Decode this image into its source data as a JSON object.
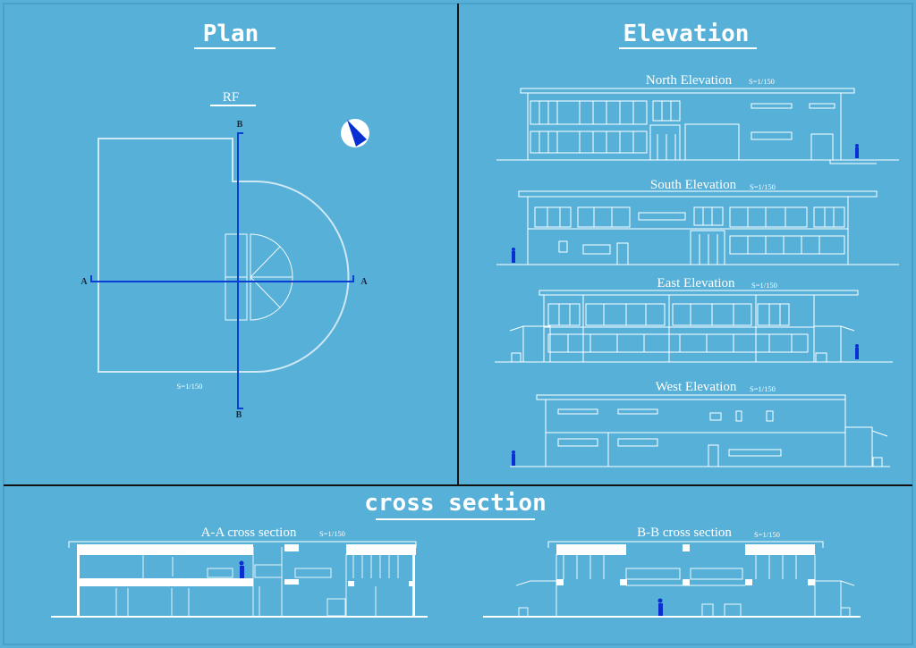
{
  "colors": {
    "background": "#56b0d8",
    "lines": "#ffffff",
    "section_marker": "#0a3fd6",
    "human_figure": "#0a2fd0",
    "divider": "#111111"
  },
  "plan": {
    "title": "Plan",
    "floor_label": "RF",
    "scale": "S=1/150",
    "section_markers": {
      "a_left": "A",
      "a_right": "A",
      "b_top": "B",
      "b_bottom": "B"
    },
    "icon": "north-arrow-compass"
  },
  "elevation": {
    "title": "Elevation",
    "views": [
      {
        "name": "North Elevation",
        "scale": "S=1/150"
      },
      {
        "name": "South Elevation",
        "scale": "S=1/150"
      },
      {
        "name": "East Elevation",
        "scale": "S=1/150"
      },
      {
        "name": "West Elevation",
        "scale": "S=1/150"
      }
    ]
  },
  "cross_section": {
    "title": "cross section",
    "views": [
      {
        "name": "A-A cross section",
        "scale": "S=1/150"
      },
      {
        "name": "B-B cross section",
        "scale": "S=1/150"
      }
    ]
  }
}
